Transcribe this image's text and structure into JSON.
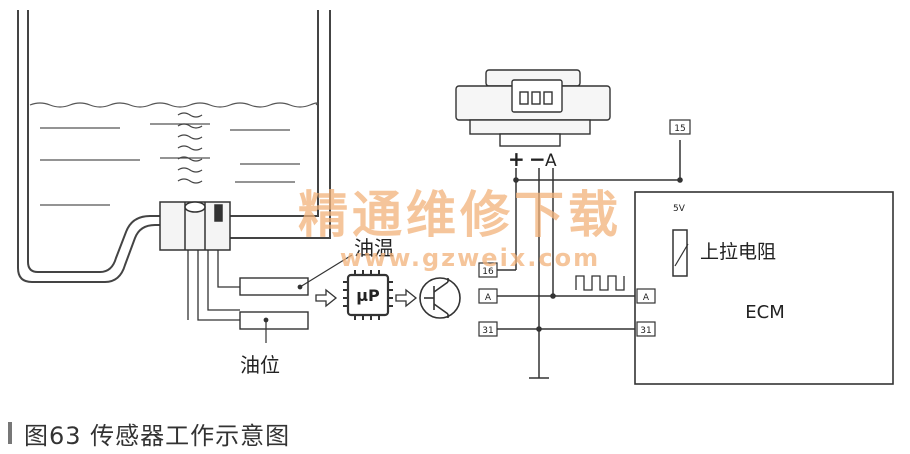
{
  "diagram": {
    "labels": {
      "oil_temp": "油温",
      "oil_level": "油位",
      "micro": "μP",
      "pullup": "上拉电阻",
      "ecm": "ECM",
      "v5": "5V",
      "plus": "+",
      "minus": "−",
      "a_top": "A"
    },
    "pins": {
      "top15": "15",
      "p16": "16",
      "pA_left": "A",
      "p31_left": "31",
      "pA_right": "A",
      "p31_right": "31"
    },
    "watermark": {
      "title": "精通维修下载",
      "url": "www.gzweix.com"
    }
  },
  "caption": {
    "text": "图63  传感器工作示意图"
  },
  "colors": {
    "line": "#333333",
    "watermark": "#f2b27a",
    "caption_bar": "#777777"
  }
}
